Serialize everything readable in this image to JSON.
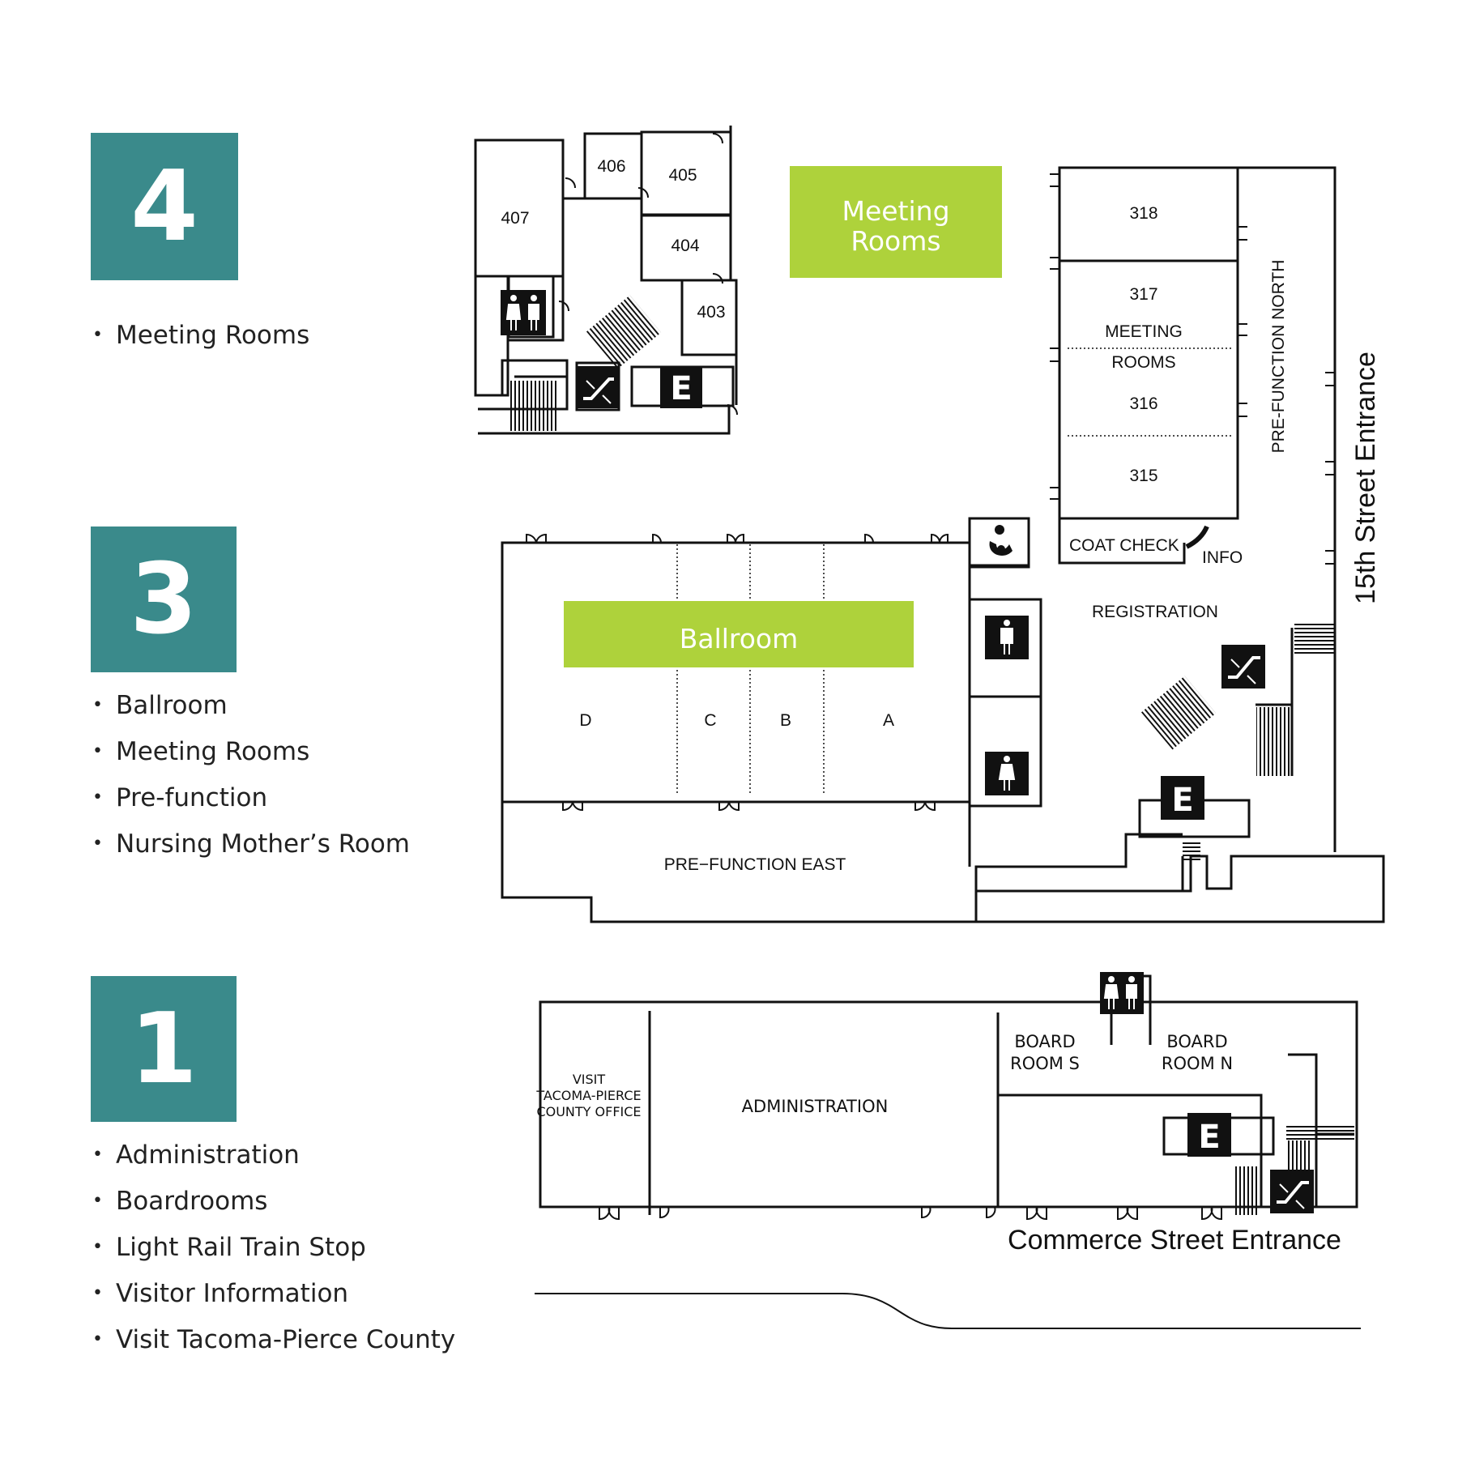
{
  "colors": {
    "teal": "#3a8a8b",
    "green": "#aed23b",
    "ink": "#111111"
  },
  "floors": [
    {
      "number": "4",
      "items": [
        "Meeting Rooms"
      ]
    },
    {
      "number": "3",
      "items": [
        "Ballroom",
        "Meeting Rooms",
        "Pre-function",
        "Nursing Mother’s Room"
      ]
    },
    {
      "number": "1",
      "items": [
        "Administration",
        "Boardrooms",
        "Light Rail Train Stop",
        "Visitor Information",
        "Visit Tacoma-Pierce County"
      ]
    }
  ],
  "map": {
    "floor4": {
      "rooms": [
        "407",
        "406",
        "405",
        "404",
        "403"
      ],
      "highlight_line1": "Meeting",
      "highlight_line2": "Rooms",
      "elevator": "E"
    },
    "floor3": {
      "ballroom": "Ballroom",
      "sections": [
        "D",
        "C",
        "B",
        "A"
      ],
      "meeting_rooms": [
        "318",
        "317",
        "316",
        "315"
      ],
      "meeting_label_1": "MEETING",
      "meeting_label_2": "ROOMS",
      "coat_check": "COAT CHECK",
      "info": "INFO",
      "registration": "REGISTRATION",
      "prefunction_north": "PRE-FUNCTION NORTH",
      "prefunction_east": "PRE−FUNCTION EAST",
      "street_entrance": "15th Street Entrance",
      "elevator": "E"
    },
    "floor1": {
      "visit_1": "VISIT",
      "visit_2": "TACOMA-PIERCE",
      "visit_3": "COUNTY OFFICE",
      "administration": "ADMINISTRATION",
      "board_s_1": "BOARD",
      "board_s_2": "ROOM S",
      "board_n_1": "BOARD",
      "board_n_2": "ROOM N",
      "street_entrance": "Commerce Street Entrance",
      "elevator": "E"
    },
    "icons": [
      "restroom-icon",
      "escalator-icon",
      "elevator-icon",
      "nursing-mother-icon",
      "mens-restroom-icon",
      "womens-restroom-icon",
      "stairs-icon",
      "door-icon"
    ]
  }
}
